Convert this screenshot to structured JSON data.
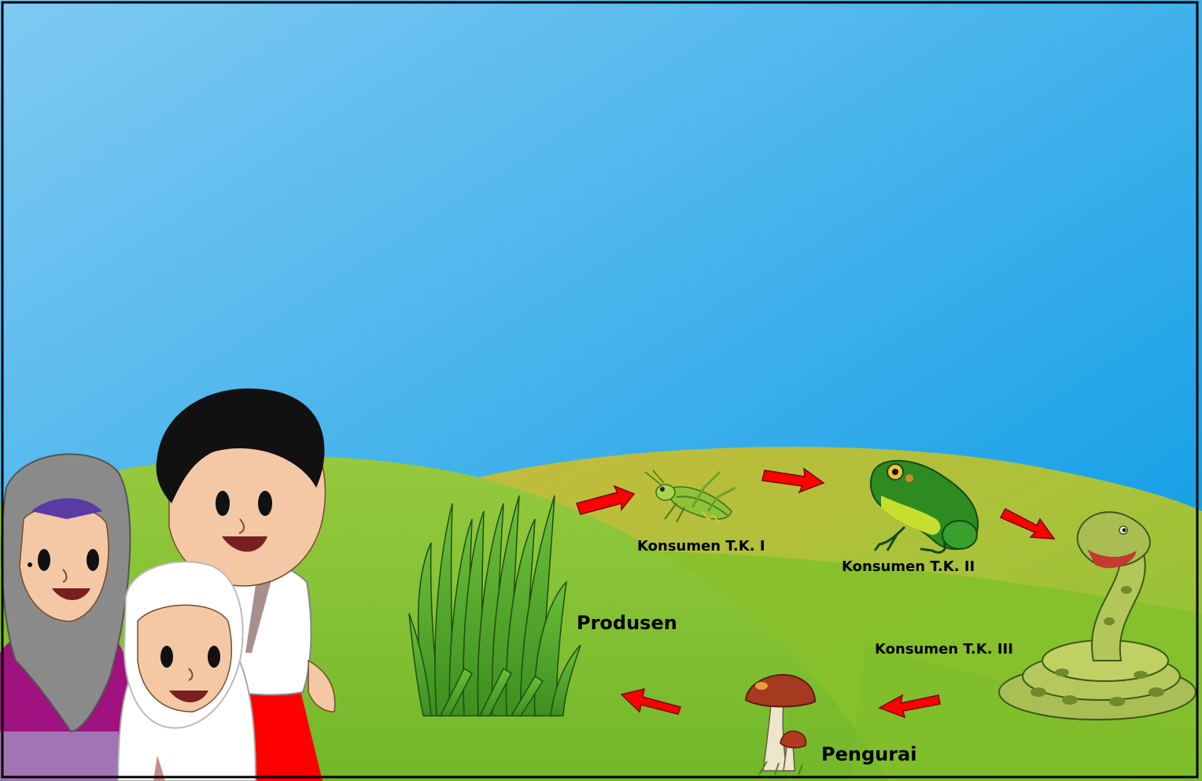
{
  "colors": {
    "sky_top": "#7ec8f1",
    "sky_bottom": "#0aa0e6",
    "hill": "#8cc63f",
    "arrow": "#ff0000",
    "frame": "#000000"
  },
  "food_chain": {
    "producer": {
      "label": "Produsen",
      "icon": "grass-icon"
    },
    "consumer_1": {
      "label": "Konsumen T.K. I",
      "icon": "grasshopper-icon"
    },
    "consumer_2": {
      "label": "Konsumen T.K. II",
      "icon": "frog-icon"
    },
    "consumer_3": {
      "label": "Konsumen T.K. III",
      "icon": "snake-icon"
    },
    "decomposer": {
      "label": "Pengurai",
      "icon": "mushroom-icon"
    }
  },
  "characters": [
    "girl-hijab-gray-icon",
    "girl-hijab-white-icon",
    "boy-student-icon"
  ]
}
